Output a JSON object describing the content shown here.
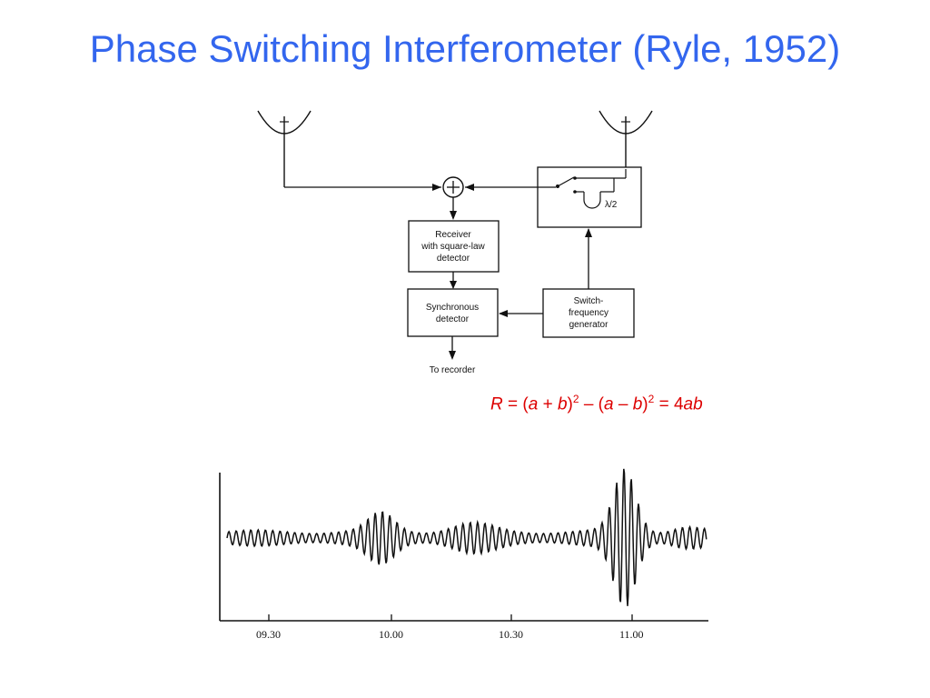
{
  "title": "Phase Switching Interferometer (Ryle, 1952)",
  "blocks": {
    "receiver": [
      "Receiver",
      "with square-law",
      "detector"
    ],
    "sync": [
      "Synchronous",
      "detector"
    ],
    "switchgen": [
      "Switch-",
      "frequency",
      "generator"
    ],
    "lambda": "λ/2",
    "output": "To recorder"
  },
  "formula": {
    "R": "R",
    "eq1": " = (",
    "a1": "a",
    "plus": " + ",
    "b1": "b",
    "close1": ")",
    "exp1": "2",
    "minus": " – (",
    "a2": "a",
    "minus2": " –  ",
    "b2": "b",
    "close2": ")",
    "exp2": "2",
    "eq2": " = 4",
    "ab": "ab"
  },
  "chart_data": {
    "type": "line",
    "x_tick_labels": [
      "09.30",
      "10.00",
      "10.30",
      "11.00"
    ]
  },
  "colors": {
    "title": "#3366ee",
    "formula": "#dd0000"
  }
}
